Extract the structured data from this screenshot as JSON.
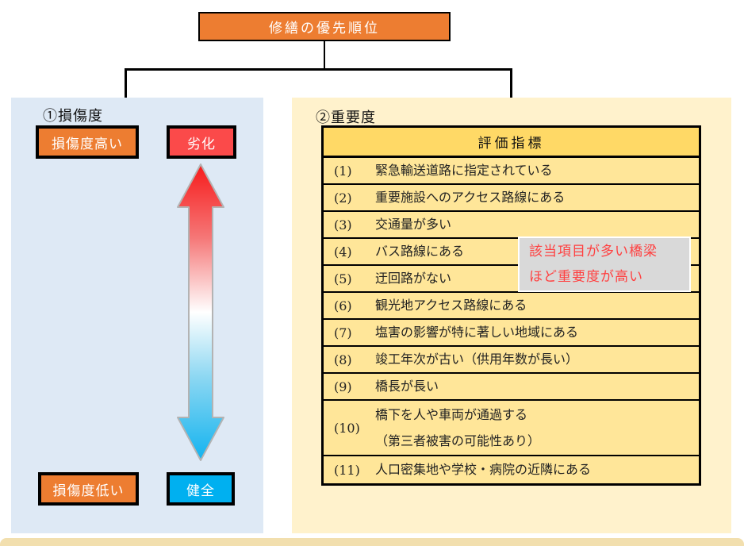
{
  "title": "修繕の優先順位",
  "left_panel": {
    "heading": "①損傷度",
    "high_label": "損傷度高い",
    "deteriorated_label": "劣化",
    "low_label": "損傷度低い",
    "healthy_label": "健全",
    "arrow": {
      "top_color": "#F71A1A",
      "middle_color": "#FFFFFF",
      "bottom_color": "#12B3EF"
    }
  },
  "right_panel": {
    "heading": "②重要度",
    "table": {
      "header": "評価指標",
      "rows": [
        {
          "no": "(1)",
          "text": "緊急輸送道路に指定されている"
        },
        {
          "no": "(2)",
          "text": "重要施設へのアクセス路線にある"
        },
        {
          "no": "(3)",
          "text": "交通量が多い"
        },
        {
          "no": "(4)",
          "text": "バス路線にある"
        },
        {
          "no": "(5)",
          "text": "迂回路がない"
        },
        {
          "no": "(6)",
          "text": "観光地アクセス路線にある"
        },
        {
          "no": "(7)",
          "text": "塩害の影響が特に著しい地域にある"
        },
        {
          "no": "(8)",
          "text": "竣工年次が古い（供用年数が長い）"
        },
        {
          "no": "(9)",
          "text": "橋長が長い"
        },
        {
          "no": "(10)",
          "text": "橋下を人や車両が通過する",
          "text2": "（第三者被害の可能性あり）"
        },
        {
          "no": "(11)",
          "text": "人口密集地や学校・病院の近隣にある"
        }
      ]
    },
    "callout": {
      "line1": "該当項目が多い橋梁",
      "line2": "ほど重要度が高い"
    }
  },
  "colors": {
    "orange": "#ED7D31",
    "red": "#FB4A4A",
    "cyan": "#00B0F0",
    "panel_blue": "#DEE9F5",
    "panel_cream": "#FFF2CC",
    "header_gold": "#FFD966",
    "row_yellow": "#FFE699",
    "callout_bg": "#D9D9D9",
    "callout_text": "#FF4040",
    "strip_tan": "#F2DFAE"
  }
}
